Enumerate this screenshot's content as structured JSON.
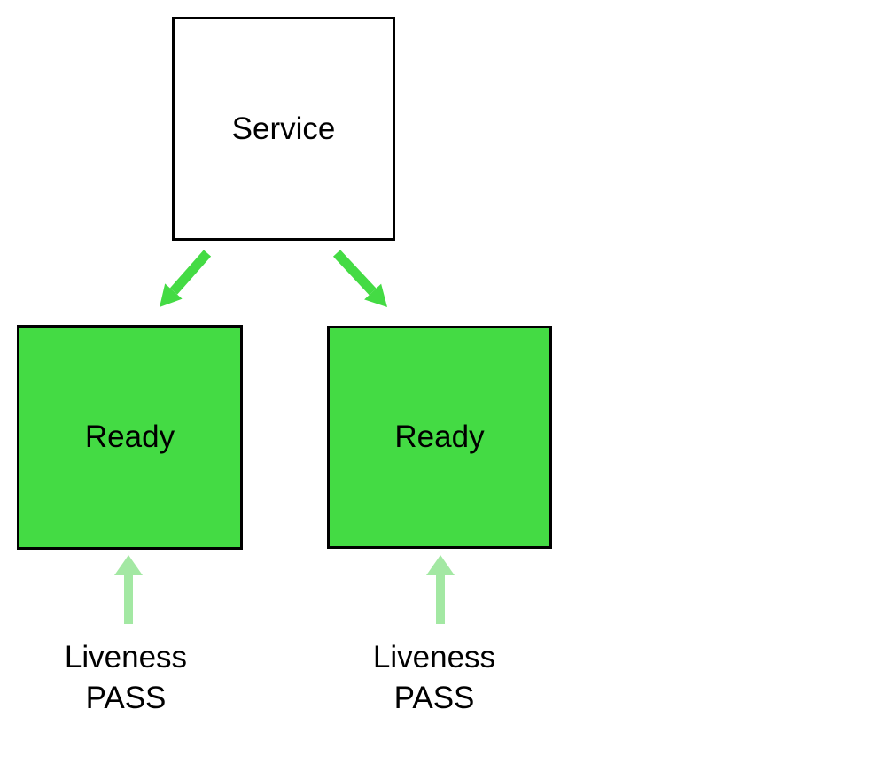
{
  "colors": {
    "node_green": "#44DB44",
    "arrow_light_green": "#A3E8A3",
    "border": "#000000",
    "text": "#000000"
  },
  "diagram": {
    "service": {
      "label": "Service"
    },
    "pods": [
      {
        "label": "Ready",
        "probe_line1": "Liveness",
        "probe_line2": "PASS"
      },
      {
        "label": "Ready",
        "probe_line1": "Liveness",
        "probe_line2": "PASS"
      }
    ]
  }
}
